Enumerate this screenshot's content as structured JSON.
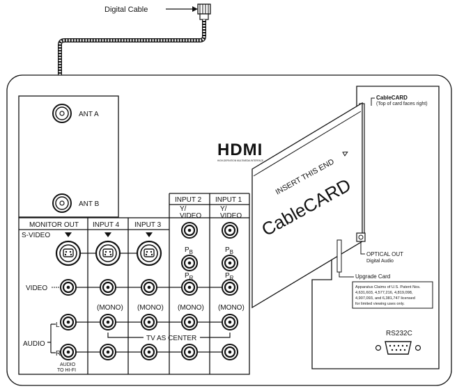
{
  "cable": {
    "label": "Digital Cable"
  },
  "antenna": {
    "ant_a": "ANT A",
    "ant_b": "ANT B"
  },
  "columns": {
    "monitor_out": "MONITOR OUT",
    "input4": "INPUT 4",
    "input3": "INPUT 3",
    "input2": "INPUT 2",
    "input1": "INPUT 1"
  },
  "rows": {
    "s_video": "S-VIDEO",
    "video": "VIDEO",
    "audio": "AUDIO",
    "l": "L",
    "r": "R",
    "y_video_line1": "Y/",
    "y_video_line2": "VIDEO",
    "pb": "P",
    "pb_sub": "B",
    "pr": "P",
    "pr_sub": "R",
    "mono": "(MONO)",
    "tv_as_center": "TV AS CENTER",
    "audio_to_hifi_line1": "AUDIO",
    "audio_to_hifi_line2": "TO HI-FI"
  },
  "hdmi": {
    "logo": "HDMI",
    "subtext": "HIGH-DEFINITION MULTIMEDIA INTERFACE"
  },
  "cablecard": {
    "title": "CableCARD",
    "subtitle": "(Top of card faces right)",
    "insert": "INSERT THIS END",
    "brand": "CableCARD"
  },
  "optical": {
    "line1": "OPTICAL OUT",
    "line2": "Digital Audio"
  },
  "upgrade": {
    "label": "Upgrade Card"
  },
  "patent": {
    "lines": [
      "Apparatus Claims of U.S. Patent Nos.",
      "4,631,603, 4,577,216, 4,819,098,",
      "4,907,093, and 6,381,747 licensed",
      "for limited viewing uses only."
    ]
  },
  "rs232c": {
    "label": "RS232C"
  }
}
